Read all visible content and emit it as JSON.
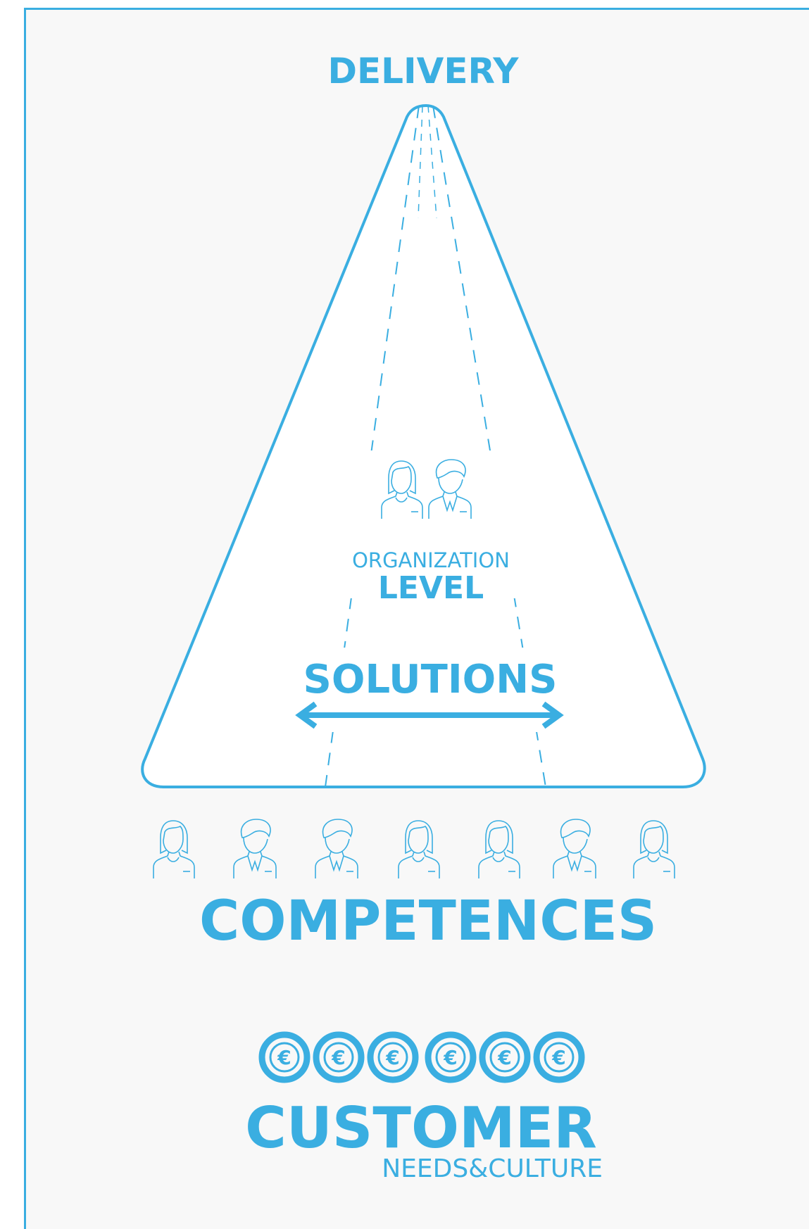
{
  "colors": {
    "accent": "#3aaee1",
    "panel": "#f8f8f8",
    "fill": "#ffffff"
  },
  "labels": {
    "top": "DELIVERY",
    "org_small": "ORGANIZATION",
    "org_big": "LEVEL",
    "solutions": "SOLUTIONS",
    "competences": "COMPETENCES",
    "customer": "CUSTOMER",
    "customer_sub": "NEEDS&CULTURE"
  },
  "icons": {
    "org_people": [
      "woman-icon",
      "man-icon"
    ],
    "competence_people": [
      "woman-icon",
      "man-icon",
      "man-icon",
      "woman-icon",
      "woman-icon",
      "man-icon",
      "woman-icon"
    ],
    "euro_coins": [
      "euro-coin-icon",
      "euro-coin-icon",
      "euro-coin-icon",
      "euro-coin-icon",
      "euro-coin-icon",
      "euro-coin-icon"
    ],
    "euro_symbol": "€"
  }
}
